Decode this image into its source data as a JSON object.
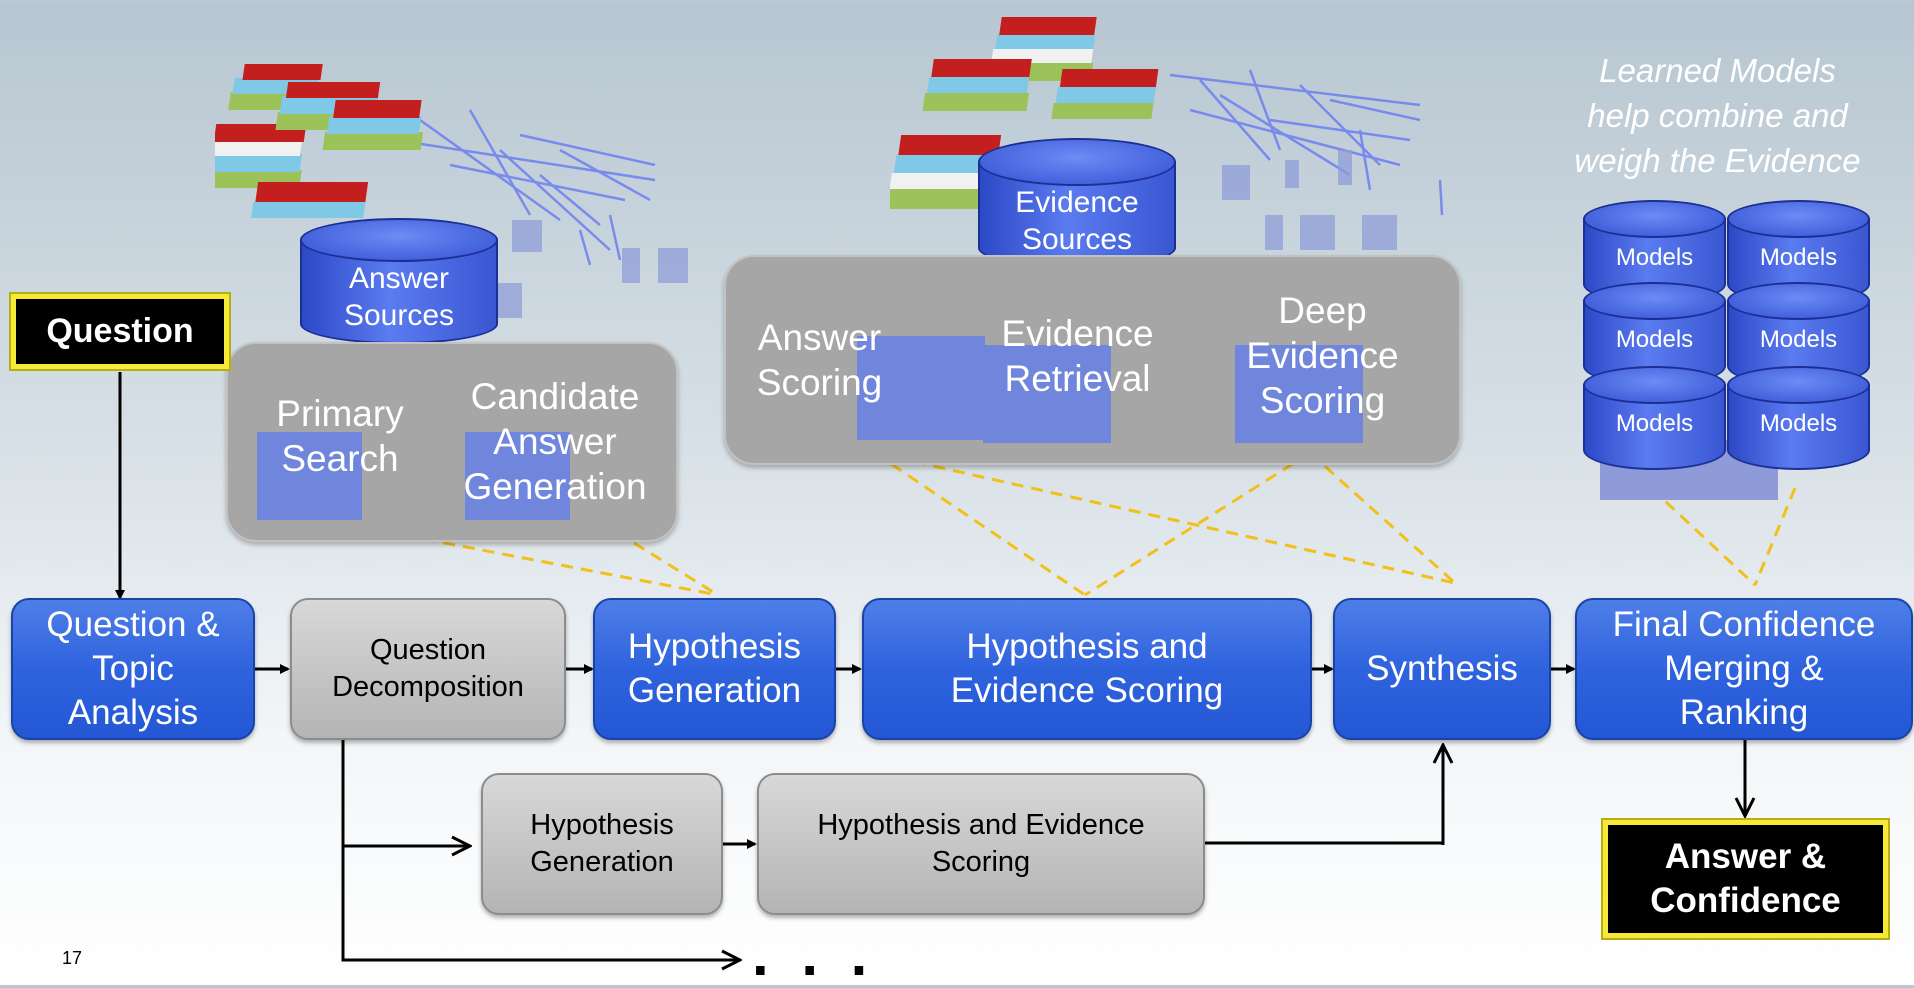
{
  "slide_number": "17",
  "question_label": "Question",
  "answer_label": "Answer &\nConfidence",
  "learned_models_text": "Learned Models\nhelp combine and\nweigh the Evidence",
  "colors": {
    "process_blue": "#2f63de",
    "process_grey": "#b4b4b4",
    "panel_grey": "#a6a6a6",
    "dashed_link": "#f2c01a",
    "highlight_yellow": "#f5ea3a",
    "database_blue": "#3a57d2"
  },
  "answer_sources_db": "Answer\nSources",
  "evidence_sources_db": "Evidence\nSources",
  "search_panel": {
    "primary_search": "Primary\nSearch",
    "candidate_answer_generation": "Candidate\nAnswer\nGeneration"
  },
  "evidence_panel": {
    "answer_scoring": "Answer\nScoring",
    "evidence_retrieval": "Evidence\nRetrieval",
    "deep_evidence_scoring": "Deep\nEvidence\nScoring"
  },
  "models": [
    "Models",
    "Models",
    "Models",
    "Models",
    "Models",
    "Models"
  ],
  "pipeline": [
    "Question &\nTopic\nAnalysis",
    "Question\nDecomposition",
    "Hypothesis\nGeneration",
    "Hypothesis and\nEvidence  Scoring",
    "Synthesis",
    "Final Confidence\nMerging &\nRanking"
  ],
  "parallel_branch": {
    "hypothesis_generation": "Hypothesis\nGeneration",
    "hypothesis_and_evidence_scoring": "Hypothesis and Evidence\nScoring"
  },
  "ellipsis": ". . ."
}
